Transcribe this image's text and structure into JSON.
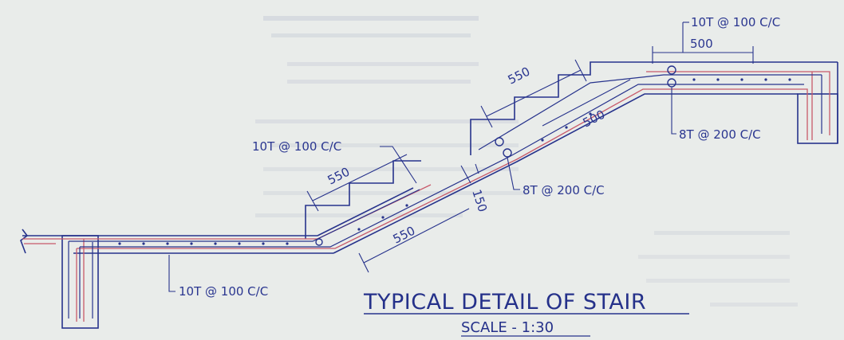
{
  "colors": {
    "paper": "#e9ecea",
    "ink": "#27338c",
    "rebar_red": "#c85a6a",
    "ghost_text": "#8a92b0"
  },
  "title": "TYPICAL DETAIL OF STAIR",
  "scale": "SCALE - 1:30",
  "dimensions": {
    "landing_top_width": "500",
    "upper_flight_going": "550",
    "waist_upper": "500",
    "lower_flight_going": "550",
    "waist_lower": "550",
    "slab_thickness": "150"
  },
  "rebar_labels": {
    "top_landing_main": "10T @ 100 C/C",
    "top_landing_dist": "8T @ 200 C/C",
    "flight_top": "10T @ 100 C/C",
    "flight_dist": "8T @ 200 C/C",
    "bottom_landing_main": "10T @ 100 C/C"
  }
}
